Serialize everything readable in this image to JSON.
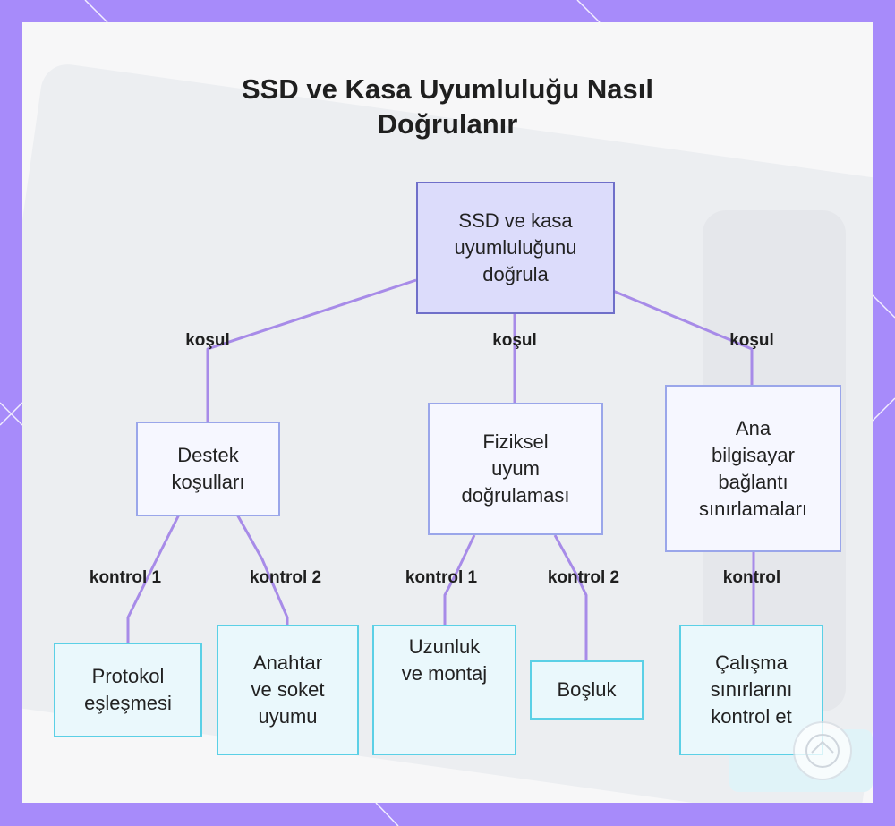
{
  "title": {
    "line1": "SSD ve Kasa Uyumluluğu Nasıl",
    "line2": "Doğrulanır"
  },
  "nodes": {
    "root": "SSD ve kasa\nuyumluluğunu\ndoğrula",
    "support": "Destek\nkoşulları",
    "physical": "Fiziksel\nuyum\ndoğrulaması",
    "host": "Ana\nbilgisayar\nbağlantı\nsınırlamaları",
    "protocol": "Protokol\neşleşmesi",
    "key_socket": "Anahtar\nve soket\nuyumu",
    "length": "Uzunluk\nve montaj",
    "gap": "Boşluk",
    "limits": "Çalışma\nsınırlarını\nkontrol et"
  },
  "edge_labels": {
    "condition_left": "koşul",
    "condition_center": "koşul",
    "condition_right": "koşul",
    "support_check1": "kontrol 1",
    "support_check2": "kontrol 2",
    "physical_check1": "kontrol 1",
    "physical_check2": "kontrol 2",
    "host_check": "kontrol"
  },
  "colors": {
    "frame": "#a78bfa",
    "edge": "#a78be8",
    "root_fill": "#dcdcfb",
    "mid_border": "#9aa6ea",
    "leaf_border": "#5bd0e6"
  }
}
